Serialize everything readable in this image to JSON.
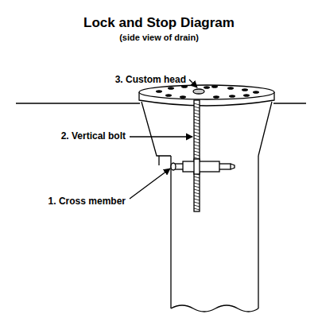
{
  "diagram": {
    "title": "Lock and Stop Diagram",
    "labels": [
      "(side view of drain)",
      "3. Custom head",
      "2. Vertical bolt",
      "1. Cross member"
    ]
  }
}
